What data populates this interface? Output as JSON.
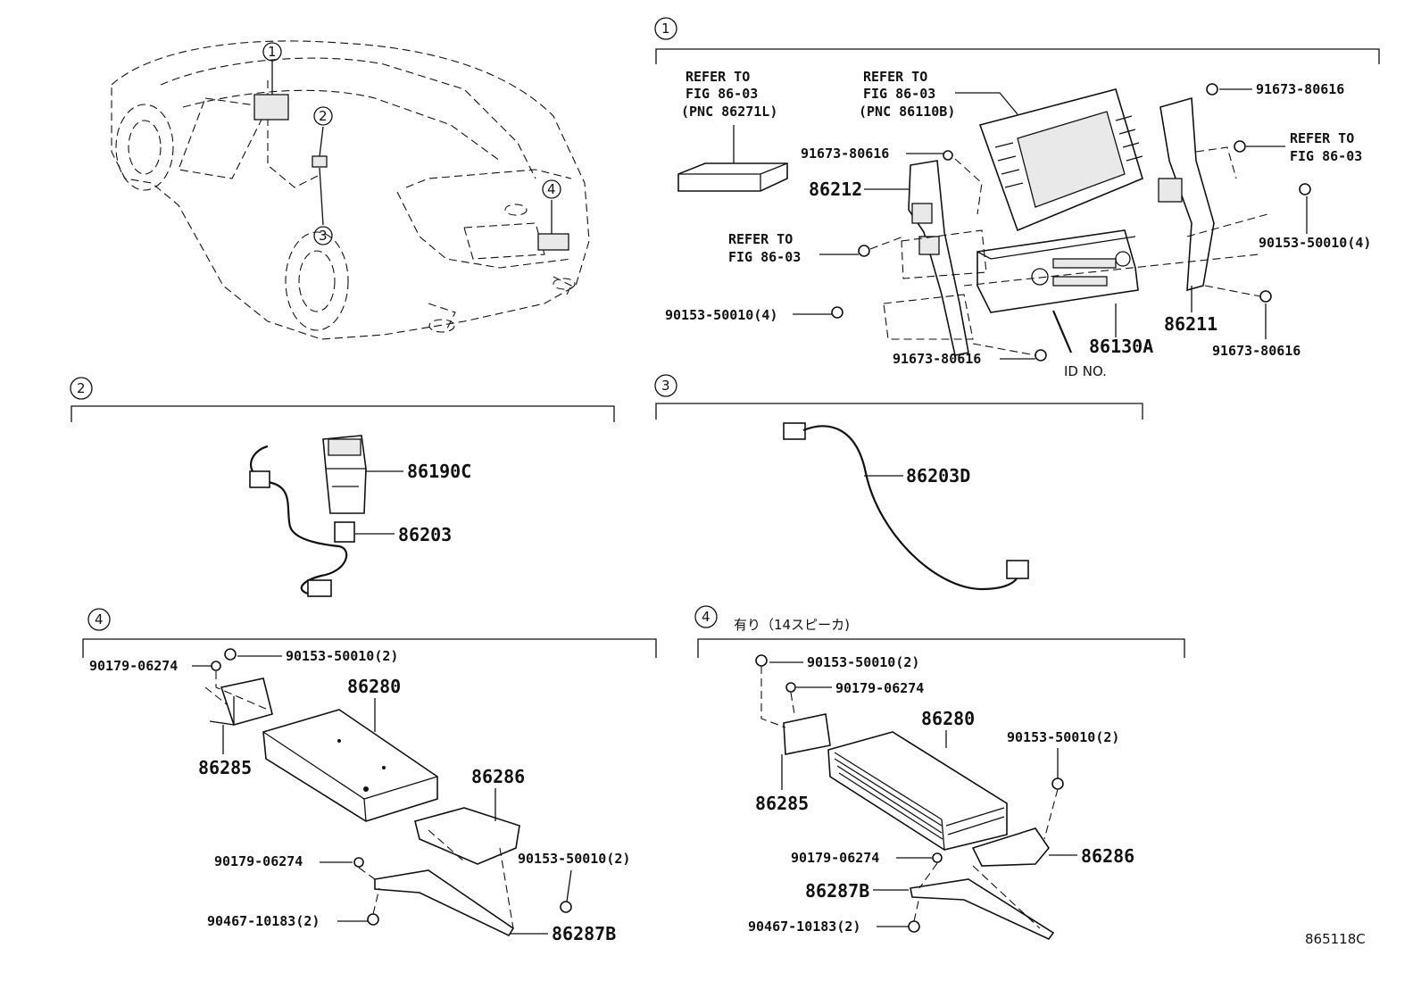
{
  "sections": {
    "s1": {
      "num": "1"
    },
    "s2": {
      "num": "2"
    },
    "s3": {
      "num": "3"
    },
    "s4a": {
      "num": "4"
    },
    "s4b": {
      "num": "4",
      "note": "有り（14スピーカ)"
    }
  },
  "car_callouts": [
    "1",
    "2",
    "3",
    "4"
  ],
  "s1_labels": {
    "ref1": [
      "REFER TO",
      "FIG 86-03",
      "(PNC 86271L)"
    ],
    "ref2": [
      "REFER TO",
      "FIG 86-03",
      "(PNC 86110B)"
    ],
    "ref3": [
      "REFER TO",
      "FIG 86-03"
    ],
    "ref4": [
      "REFER TO",
      "FIG 86-03"
    ],
    "b1": "91673-80616",
    "b2": "91673-80616",
    "b3": "91673-80616",
    "b4": "91673-80616",
    "p86212": "86212",
    "p86211": "86211",
    "p86130A": "86130A",
    "bolt1": "90153-50010(4)",
    "bolt2": "90153-50010(4)",
    "idno": "ID NO."
  },
  "s2_labels": {
    "switch": "86190C",
    "wire": "86203"
  },
  "s3_labels": {
    "cable": "86203D"
  },
  "s4a_labels": {
    "nut1": "90179-06274",
    "bolt1": "90153-50010(2)",
    "amp": "86280",
    "br1": "86285",
    "br2": "86286",
    "nut2": "90179-06274",
    "bolt2": "90153-50010(2)",
    "clip": "90467-10183(2)",
    "br3": "86287B"
  },
  "s4b_labels": {
    "bolt1": "90153-50010(2)",
    "nut1": "90179-06274",
    "amp": "86280",
    "bolt2": "90153-50010(2)",
    "br1": "86285",
    "nut2": "90179-06274",
    "br2": "86286",
    "br3": "86287B",
    "clip": "90467-10183(2)"
  },
  "figure_id": "865118C"
}
